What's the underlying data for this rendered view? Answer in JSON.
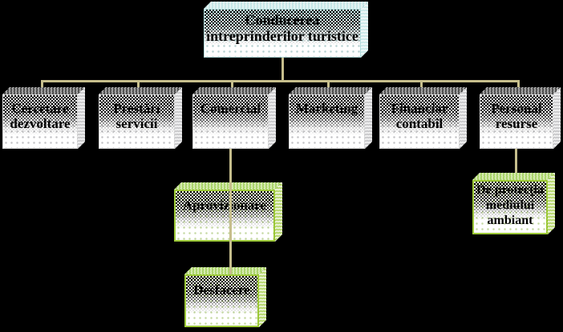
{
  "colors": {
    "background": "#000000",
    "connector": "#c6be8c",
    "accent_green": "#9cc838",
    "accent_cyan": "#b5e0e0"
  },
  "org": {
    "root": {
      "lines": [
        "Conducerea",
        "întreprinderilor turistice"
      ]
    },
    "level2": [
      {
        "lines": [
          "Cercetare",
          "dezvoltare"
        ]
      },
      {
        "lines": [
          "Prestări",
          "servicii"
        ]
      },
      {
        "lines": [
          "Comercial"
        ]
      },
      {
        "lines": [
          "Marketing"
        ]
      },
      {
        "lines": [
          "Financiar",
          "contabil"
        ]
      },
      {
        "lines": [
          "Personal",
          "resurse"
        ]
      }
    ],
    "level3": [
      {
        "lines": [
          "Aprovizionare"
        ]
      },
      {
        "lines": [
          "De protecţia",
          "mediului",
          "ambiant"
        ]
      }
    ],
    "level4": [
      {
        "lines": [
          "Desfacere"
        ]
      }
    ]
  }
}
